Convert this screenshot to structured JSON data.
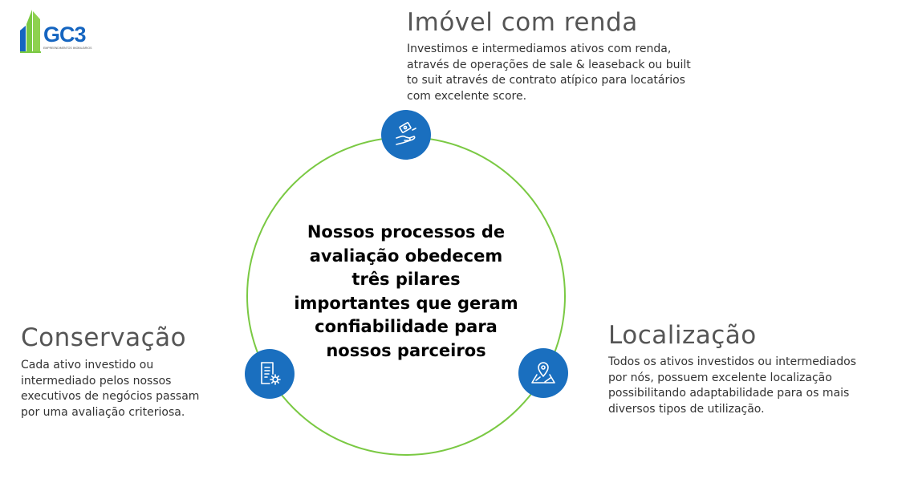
{
  "logo": {
    "text": "GC3",
    "subtitle": "EMPREENDIMENTOS IMOBILIÁRIOS",
    "colors": {
      "green": "#7ac943",
      "blue": "#1565c0"
    }
  },
  "center": {
    "text": "Nossos processos de avaliação obedecem três pilares importantes que geram confiabilidade para nossos parceiros"
  },
  "pillars": {
    "renda": {
      "title": "Imóvel com renda",
      "description": "Investimos e intermediamos ativos com renda, através de operações de sale & leaseback ou built to suit através de contrato atípico para locatários com excelente score.",
      "icon": "money-hand-icon"
    },
    "conservacao": {
      "title": "Conservação",
      "description": "Cada ativo investido ou intermediado pelos nossos executivos de negócios passam por uma avaliação criteriosa.",
      "icon": "document-gear-icon"
    },
    "localizacao": {
      "title": "Localização",
      "description": "Todos os ativos investidos ou intermediados por nós, possuem excelente localização possibilitando adaptabilidade para os mais diversos tipos de utilização.",
      "icon": "map-pin-icon"
    }
  },
  "colors": {
    "ring": "#7ac943",
    "node": "#1a6fbf"
  }
}
